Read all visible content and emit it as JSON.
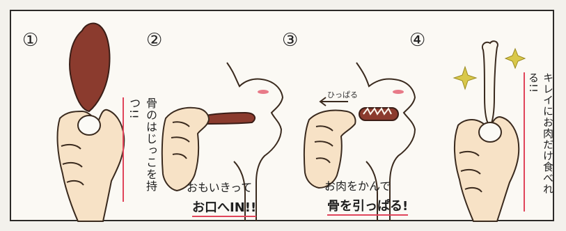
{
  "colors": {
    "frame": "#2c2a28",
    "skin": "#f7e2c6",
    "meat": "#8b3b2e",
    "bone": "#fbf7ee",
    "accent": "#e0445a",
    "sparkle": "#d9c84a"
  },
  "panels": [
    {
      "number": "①",
      "caption": "骨のはじっこを持つ!!",
      "icons": [
        "meat-icon",
        "hand-icon"
      ]
    },
    {
      "number": "②",
      "caption_line1": "おもいきって",
      "caption_line2": "お口へIN!!",
      "icons": [
        "hand-icon",
        "face-profile-icon",
        "meat-stick-icon"
      ]
    },
    {
      "number": "③",
      "pull_note": "ひっぱる",
      "caption_line1": "お肉をかんで",
      "caption_line2": "骨を引っぱる!",
      "icons": [
        "hand-icon",
        "face-profile-icon",
        "teeth-icon",
        "arrow-left-icon"
      ]
    },
    {
      "number": "④",
      "caption": "キレイにお肉だけ食べれる!!",
      "icons": [
        "bone-icon",
        "hand-icon",
        "sparkle-icon"
      ]
    }
  ]
}
